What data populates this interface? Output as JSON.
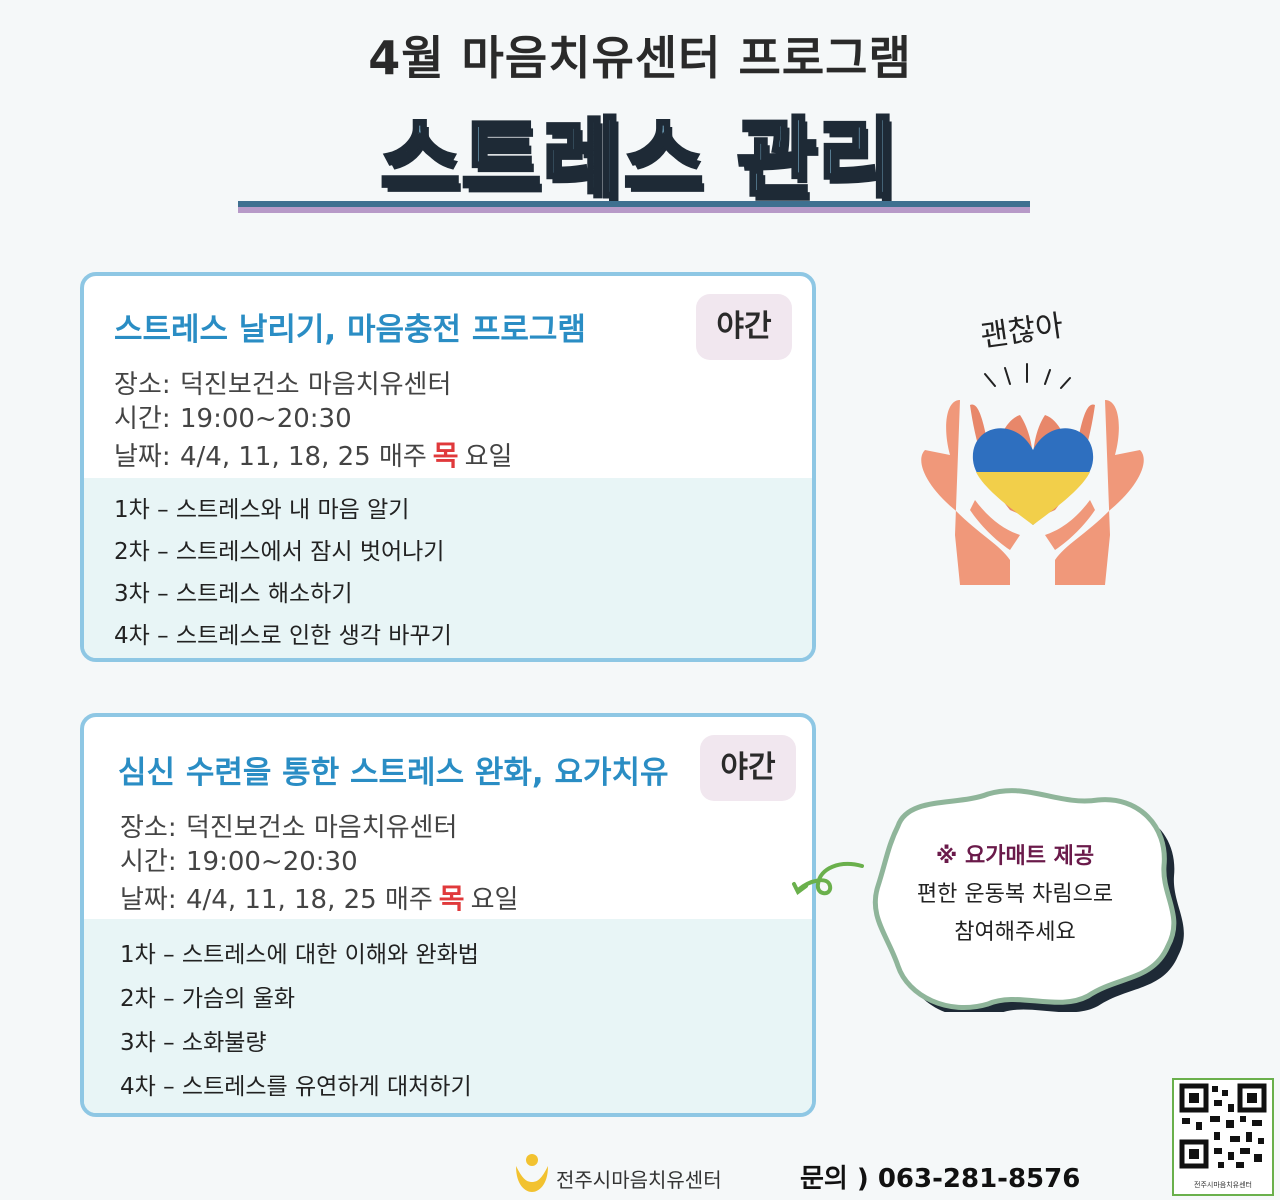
{
  "header": {
    "subtitle": "4월 마음치유센터 프로그램",
    "title": "스트레스 관리"
  },
  "illustration": {
    "caption": "괜찮아",
    "icon": "hands-heart-icon",
    "colors": {
      "hand": "#f0987a",
      "heart_top": "#2e6fbf",
      "heart_bottom": "#f2cf4a"
    }
  },
  "programs": [
    {
      "title": "스트레스 날리기, 마음충전 프로그램",
      "badge": "야간",
      "location_label": "장소:",
      "location": "덕진보건소  마음치유센터",
      "time_label": "시간:",
      "time": "19:00~20:30",
      "date_label": "날짜:",
      "dates": "4/4, 11, 18, 25  매주",
      "weekday": "목",
      "weekday_suffix": "요일",
      "sessions": [
        "1차 – 스트레스와 내 마음 알기",
        "2차 – 스트레스에서 잠시 벗어나기",
        "3차 – 스트레스 해소하기",
        "4차 – 스트레스로 인한 생각 바꾸기"
      ]
    },
    {
      "title": "심신 수련을 통한 스트레스 완화, 요가치유",
      "badge": "야간",
      "location_label": "장소:",
      "location": "덕진보건소  마음치유센터",
      "time_label": "시간:",
      "time": "19:00~20:30",
      "date_label": "날짜:",
      "dates": "4/4, 11, 18, 25  매주",
      "weekday": "목",
      "weekday_suffix": "요일",
      "sessions": [
        "1차 – 스트레스에 대한 이해와 완화법",
        "2차 – 가슴의 울화",
        "3차 – 소화불량",
        "4차 – 스트레스를 유연하게 대처하기"
      ]
    }
  ],
  "notice": {
    "line1": "※ 요가매트 제공",
    "line2": "편한 운동복 차림으로",
    "line3": "참여해주세요"
  },
  "footer": {
    "org": "전주시마음치유센터",
    "contact": "문의 ) 063-281-8576",
    "qr_caption": "전주시마음치유센터"
  },
  "colors": {
    "accent_blue": "#2a8dc4",
    "card_border": "#8ec7e4",
    "weekday_red": "#e0393b",
    "session_bg": "#e8f5f6"
  }
}
